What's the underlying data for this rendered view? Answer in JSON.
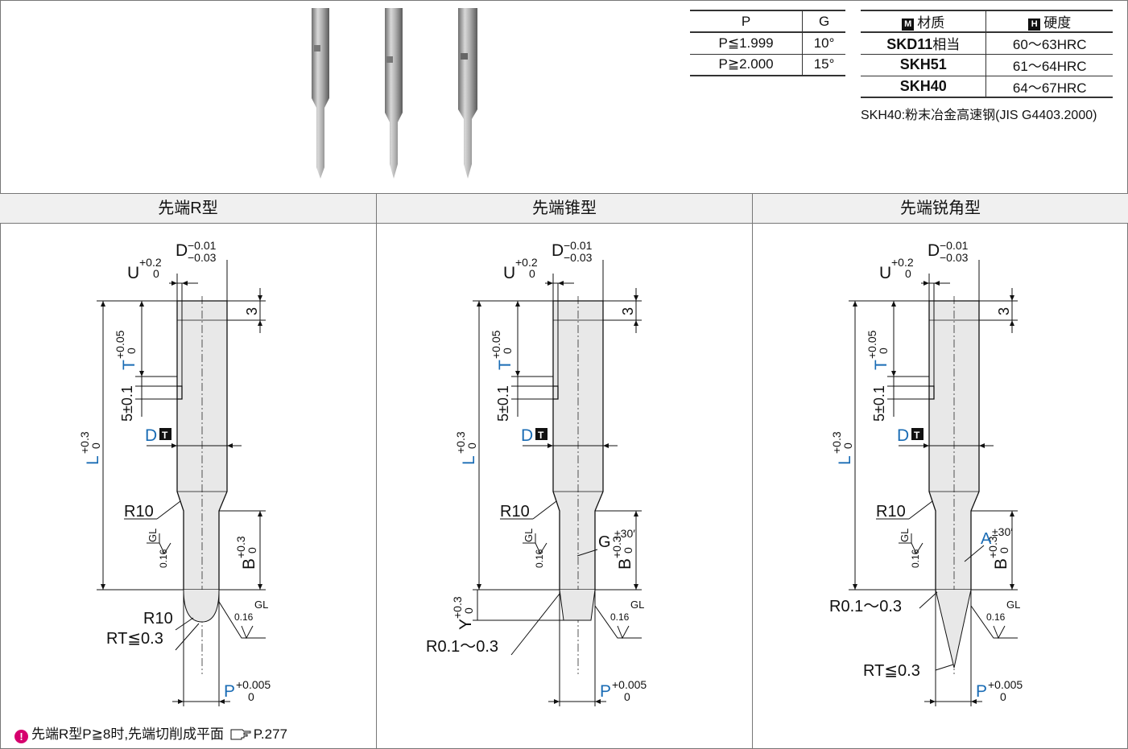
{
  "pg_table": {
    "header_p": "P",
    "header_g": "G",
    "rows": [
      {
        "p": "P≦1.999",
        "g": "10°"
      },
      {
        "p": "P≧2.000",
        "g": "15°"
      }
    ]
  },
  "mat_table": {
    "header_material_badge": "M",
    "header_material": "材质",
    "header_hardness_badge": "H",
    "header_hardness": "硬度",
    "rows": [
      {
        "material": "SKD11",
        "material_suffix": "相当",
        "hardness": "60～63HRC"
      },
      {
        "material": "SKH51",
        "material_suffix": "",
        "hardness": "61～64HRC"
      },
      {
        "material": "SKH40",
        "material_suffix": "",
        "hardness": "64～67HRC"
      }
    ],
    "note": "SKH40:粉末冶金高速钢(JIS G4403.2000)"
  },
  "columns": [
    {
      "title": "先端R型"
    },
    {
      "title": "先端锥型"
    },
    {
      "title": "先端锐角型"
    }
  ],
  "dims": {
    "D_main": "D",
    "D_tol_upper": "−0.01",
    "D_tol_lower": "−0.03",
    "U": "U",
    "U_tol_upper": "+0.2",
    "U_tol_lower": "0",
    "three": "3",
    "T": "T",
    "T_tol_upper": "+0.05",
    "T_tol_lower": "0",
    "five": "5±0.1",
    "L": "L",
    "L_tol_upper": "+0.3",
    "L_tol_lower": "0",
    "DT": "D",
    "DT_badge": "T",
    "R10": "R10",
    "GL": "GL",
    "rough": "0.16",
    "B": "B",
    "B_tol_upper": "+0.3",
    "B_tol_lower": "0",
    "RT": "RT≦0.3",
    "P": "P",
    "P_tol_upper": "+0.005",
    "P_tol_lower": "0",
    "G": "G",
    "G_tol": "±30′",
    "A": "A",
    "A_tol": "±30′",
    "Y": "Y",
    "Y_tol_upper": "+0.3",
    "Y_tol_lower": "0",
    "R01": "R0.1～0.3"
  },
  "footnote": {
    "icon": "warning-icon",
    "text": "先端R型P≧8时,先端切削成平面",
    "ref_icon": "pointing-hand-icon",
    "ref": "P.277"
  },
  "colors": {
    "blue": "#1a6cb5",
    "shaft": "#e8e8e8",
    "header_bg": "#f0f0f0",
    "warn": "#d6006e"
  }
}
